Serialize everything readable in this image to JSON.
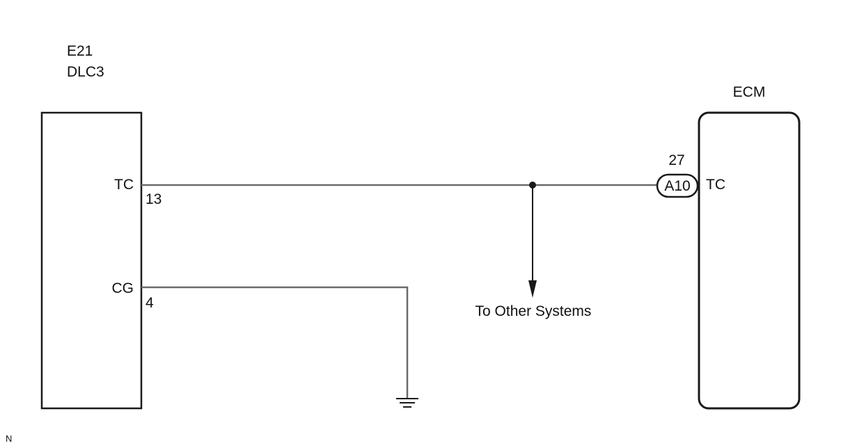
{
  "dlc": {
    "connector_code": "E21",
    "name": "DLC3",
    "pin_tc_label": "TC",
    "pin_tc_number": "13",
    "pin_cg_label": "CG",
    "pin_cg_number": "4"
  },
  "ecm": {
    "name": "ECM",
    "pin_number": "27",
    "connector_code": "A10",
    "pin_label": "TC"
  },
  "branch_label": "To Other Systems",
  "corner_mark": "N",
  "colors": {
    "wire": "#6a6a6a",
    "outline": "#1a1a1a",
    "text": "#111111"
  }
}
